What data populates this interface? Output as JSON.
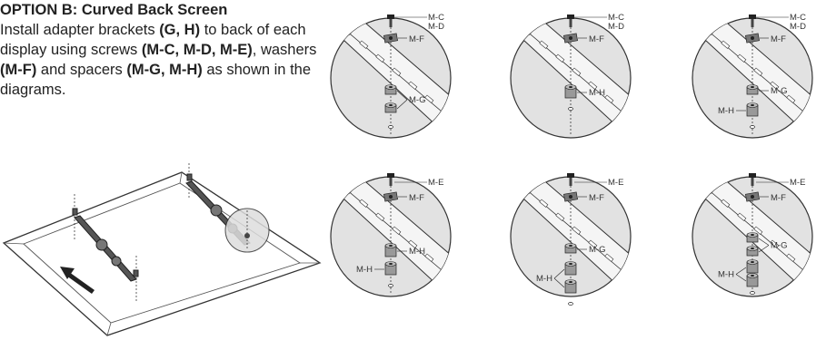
{
  "instructions": {
    "heading": "OPTION B: Curved Back Screen",
    "seg1": "Install adapter brackets ",
    "seg2": "(G, H)",
    "seg3": " to back of each display using screws ",
    "seg4": "(M-C, M-D, M-E)",
    "seg5": ", washers ",
    "seg6": "(M-F)",
    "seg7": " and spacers ",
    "seg8": "(M-G, M-H)",
    "seg9": " as shown in the diagrams."
  },
  "diagrams": [
    {
      "screw": [
        "M-C",
        "M-D"
      ],
      "washer": "M-F",
      "stack": [
        {
          "name": "M-G",
          "count": 2,
          "labelPos": "right"
        }
      ]
    },
    {
      "screw": [
        "M-C",
        "M-D"
      ],
      "washer": "M-F",
      "stack": [
        {
          "name": "M-H",
          "count": 1,
          "labelPos": "right"
        }
      ]
    },
    {
      "screw": [
        "M-C",
        "M-D"
      ],
      "washer": "M-F",
      "stack": [
        {
          "name": "M-G",
          "count": 1,
          "labelPos": "right"
        },
        {
          "name": "M-H",
          "count": 1,
          "labelPos": "left"
        }
      ]
    },
    {
      "screw": [
        "M-E"
      ],
      "washer": "M-F",
      "stack": [
        {
          "name": "M-H",
          "count": 1,
          "labelPos": "right"
        },
        {
          "name": "M-H",
          "count": 1,
          "labelPos": "left"
        }
      ]
    },
    {
      "screw": [
        "M-E"
      ],
      "washer": "M-F",
      "stack": [
        {
          "name": "M-G",
          "count": 1,
          "labelPos": "right"
        },
        {
          "name": "M-H",
          "count": 2,
          "labelPos": "left"
        }
      ]
    },
    {
      "screw": [
        "M-E"
      ],
      "washer": "M-F",
      "stack": [
        {
          "name": "M-G",
          "count": 2,
          "labelPos": "right"
        },
        {
          "name": "M-H",
          "count": 2,
          "labelPos": "left"
        }
      ]
    }
  ]
}
